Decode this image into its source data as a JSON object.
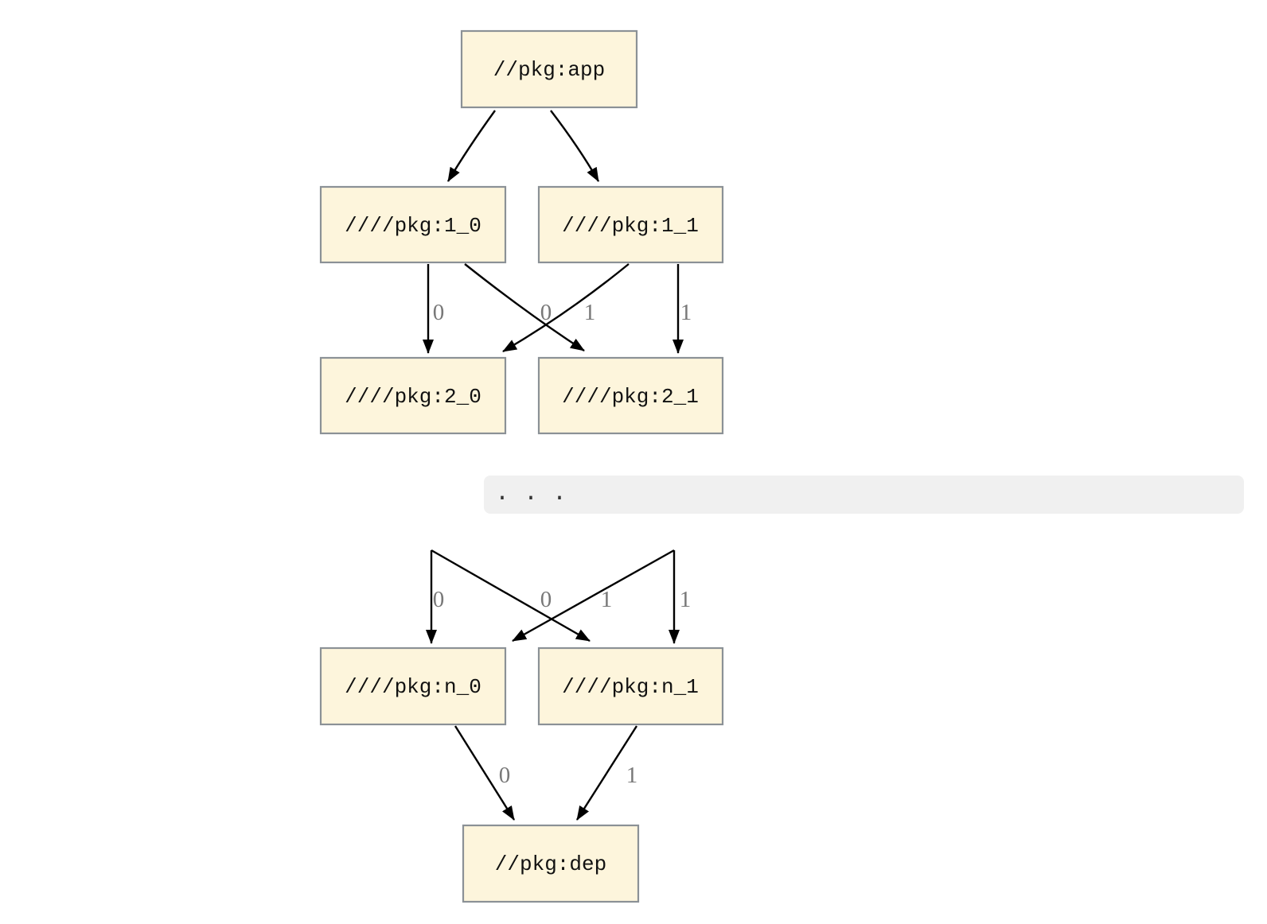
{
  "graph": {
    "nodes": {
      "app": {
        "label": "//pkg:app"
      },
      "n1_0": {
        "label": "////pkg:1_0"
      },
      "n1_1": {
        "label": "////pkg:1_1"
      },
      "n2_0": {
        "label": "////pkg:2_0"
      },
      "n2_1": {
        "label": "////pkg:2_1"
      },
      "nn_0": {
        "label": "////pkg:n_0"
      },
      "nn_1": {
        "label": "////pkg:n_1"
      },
      "dep": {
        "label": "//pkg:dep"
      }
    },
    "edge_labels": {
      "upper": [
        "0",
        "0",
        "1",
        "1"
      ],
      "middle": [
        "0",
        "0",
        "1",
        "1"
      ],
      "lower": [
        "0",
        "1"
      ]
    },
    "ellipsis": {
      "text": ". . ."
    }
  },
  "colors": {
    "background": "#ffffff",
    "node_fill": "#fdf5dc",
    "node_border": "#8b9196",
    "edge": "#000000",
    "edge_label": "#787878",
    "ellipsis_band_bg": "#f0f0f0"
  }
}
